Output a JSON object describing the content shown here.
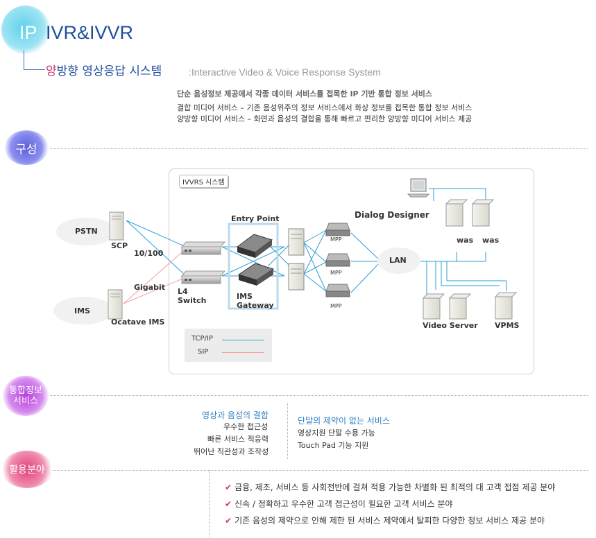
{
  "header": {
    "ip_label": "IP",
    "title": "IVR&IVVR",
    "subtitle_ko_highlight": "양",
    "subtitle_ko_rest": "방향 영상응답 시스템",
    "subtitle_en": ":Interactive Video & Voice Response System"
  },
  "intro": [
    "단순 음성정보 제공에서 각종 데이터 서비스를 접목한 IP 기반 통합 정보 서비스",
    "결합 미디어 서비스 – 기존 음성위주의 정보 서비스에서 화상 정보를 접목한 통합 정보 서비스",
    "양방향 미디어 서비스 – 화면과 음성의 결합을 통해 빠르고 편리한 양방향 미디어 서비스 제공"
  ],
  "sections": {
    "composition": "구성",
    "integrated_line1": "통합정보",
    "integrated_line2": "서비스",
    "application": "활용분야"
  },
  "diagram": {
    "system_label": "IVVRS 시스템",
    "pstn": "PSTN",
    "ims": "IMS",
    "scp": "SCP",
    "speed": "10/100",
    "gigabit": "Gigabit",
    "ocatave": "Ocatave IMS",
    "l4_line1": "L4",
    "l4_line2": "Switch",
    "entry_point": "Entry Point",
    "ims_gw_line1": "IMS",
    "ims_gw_line2": "Gateway",
    "mpp": "MPP",
    "dialog_designer": "Dialog Designer",
    "was1": "was",
    "was2": "was",
    "lan": "LAN",
    "video_server": "Video Server",
    "vpms": "VPMS",
    "legend_tcpip": "TCP/IP",
    "legend_sip": "SIP",
    "color_tcpip": "#2a9fd6",
    "color_sip": "#f2a0a0"
  },
  "services": {
    "left_title": "영상과 음성의 결합",
    "left_items": [
      "우수한 접근성",
      "빠른 서비스 적응력",
      "뛰어난 직관성과 조작성"
    ],
    "right_title": "단말의 제약이 없는 서비스",
    "right_items": [
      "영상지원 단말 수용 가능",
      "Touch Pad 기능 지원"
    ]
  },
  "applications": [
    "금융, 제조, 서비스 등 사회전반에 걸쳐 적용 가능한  차별화 된 최적의 대 고객 접점 제공 분야",
    "신속 / 정확하고 우수한 고객 접근성이 필요한 고객 서비스 분야",
    "기존 음성의 제약으로 인해 제한 된 서비스 제약에서 탈피한 다양한 정보 서비스 제공 분야"
  ],
  "check_mark": "✔"
}
